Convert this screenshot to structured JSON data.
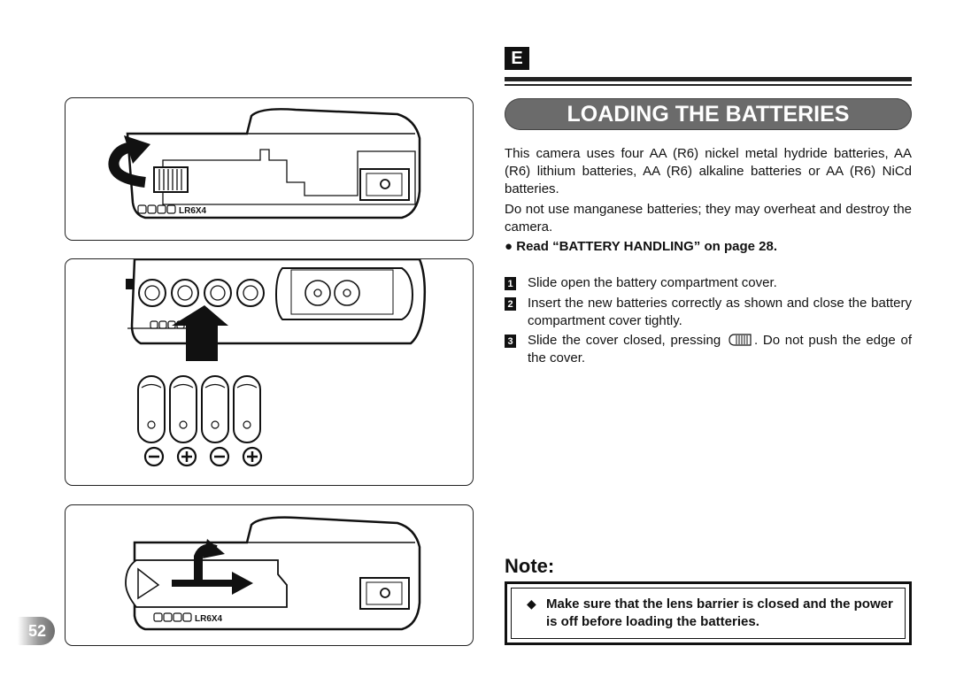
{
  "page": {
    "number": "52",
    "section_letter": "E"
  },
  "title": "LOADING THE BATTERIES",
  "intro": [
    "This camera uses four AA (R6) nickel metal hydride batteries, AA (R6) lithium batteries, AA (R6) alkaline batteries or AA (R6) NiCd batteries.",
    "Do not use manganese batteries; they may overheat and destroy the camera."
  ],
  "read_note": "Read “BATTERY HANDLING” on page 28.",
  "steps": [
    {
      "num": "1",
      "text": "Slide open the battery compartment cover."
    },
    {
      "num": "2",
      "text": "Insert the new batteries correctly as shown and close the battery compartment cover tightly."
    },
    {
      "num": "3",
      "text_before": "Slide the cover closed, pressing",
      "text_after": ". Do not push the edge of the cover."
    }
  ],
  "note": {
    "title": "Note:",
    "text": "Make sure that the lens barrier is closed and the power is off before loading the batteries."
  },
  "illustrations": {
    "battery_label": "LR6X4",
    "polarity": [
      "−",
      "+",
      "−",
      "+"
    ]
  },
  "colors": {
    "title_bar": "#6b6b6b",
    "ink": "#111111"
  }
}
